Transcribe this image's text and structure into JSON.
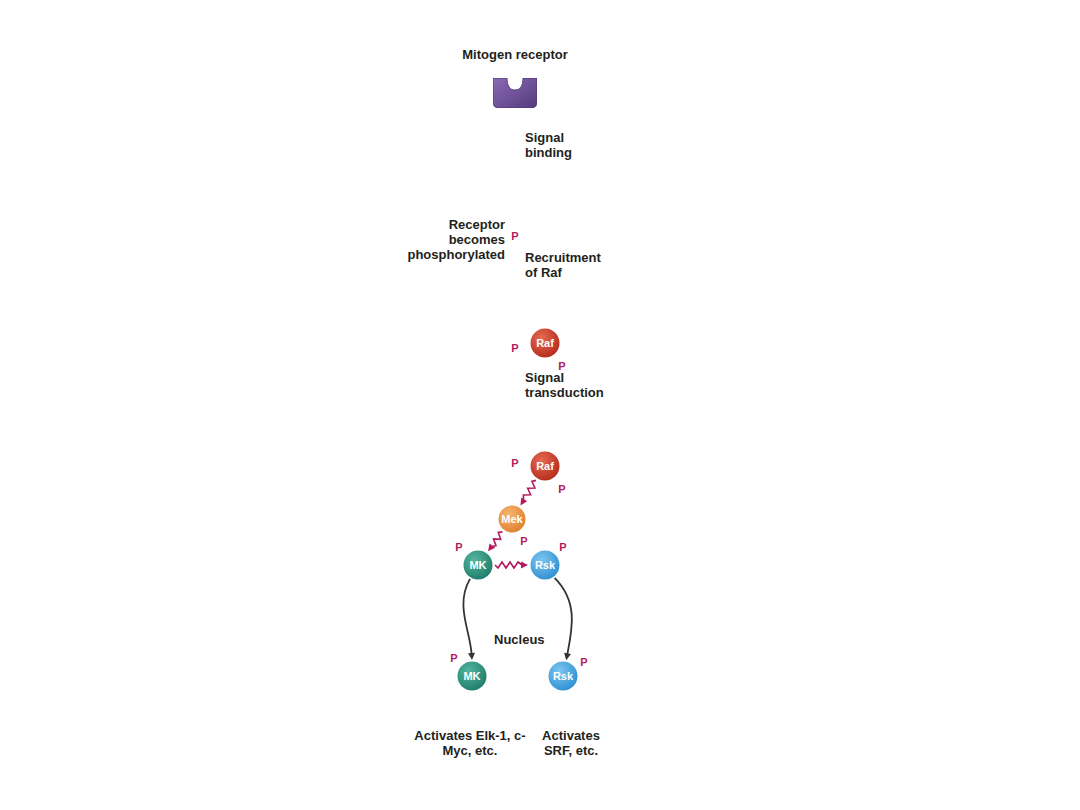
{
  "diagram": {
    "nodes": [
      {
        "text": [
          "Mitogen receptor"
        ]
      },
      {
        "text": [
          "Raf"
        ]
      },
      {
        "text": [
          "Raf"
        ]
      },
      {
        "text": [
          "Mek"
        ]
      },
      {
        "text": [
          "MK"
        ]
      },
      {
        "text": [
          "Rsk"
        ]
      },
      {
        "text": [
          "Nucleus"
        ]
      },
      {
        "text": [
          "MK"
        ],
        "in": 6
      },
      {
        "text": [
          "Rsk"
        ],
        "in": 6
      }
    ],
    "edges": [
      {
        "from": 2,
        "to": 3,
        "arrow": "to"
      },
      {
        "from": 3,
        "to": 4,
        "arrow": "to"
      },
      {
        "from": 4,
        "to": 5,
        "arrow": "to"
      },
      {
        "from": 4,
        "to": 7,
        "arrow": "to"
      },
      {
        "from": 5,
        "to": 8,
        "arrow": "to"
      }
    ],
    "labels": [
      "Signal binding",
      "P",
      "Receptor becomes phosphorylated",
      "Recruitment of Raf",
      "P",
      "P",
      "Signal transduction",
      "P",
      "P",
      "P",
      "P",
      "P",
      "P",
      "P",
      "Activates Elk-1, c-Myc, etc.",
      "Activates SRF, etc."
    ]
  }
}
